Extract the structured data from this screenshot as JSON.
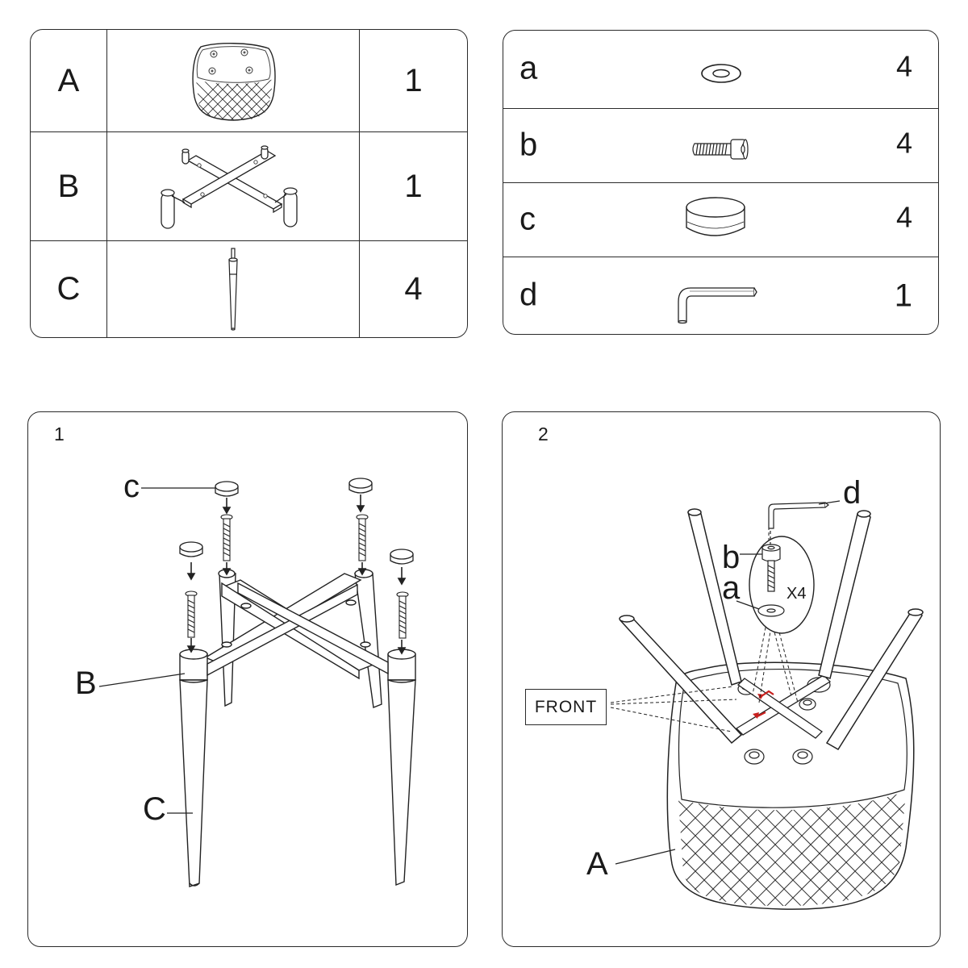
{
  "parts_large": [
    {
      "label": "A",
      "quantity": "1",
      "icon": "seat-shell-icon"
    },
    {
      "label": "B",
      "quantity": "1",
      "icon": "cross-base-frame-icon"
    },
    {
      "label": "C",
      "quantity": "4",
      "icon": "tapered-leg-icon"
    }
  ],
  "parts_small": [
    {
      "label": "a",
      "quantity": "4",
      "icon": "washer-icon"
    },
    {
      "label": "b",
      "quantity": "4",
      "icon": "bolt-icon"
    },
    {
      "label": "c",
      "quantity": "4",
      "icon": "foot-cap-icon"
    },
    {
      "label": "d",
      "quantity": "1",
      "icon": "allen-key-icon"
    }
  ],
  "step1": {
    "number": "1",
    "callouts": {
      "c": "c",
      "B": "B",
      "C": "C"
    }
  },
  "step2": {
    "number": "2",
    "callouts": {
      "d": "d",
      "b": "b",
      "a": "a",
      "A": "A"
    },
    "multiplier": "X4",
    "front_label": "FRONT",
    "arrow_color": "#c8201e"
  }
}
